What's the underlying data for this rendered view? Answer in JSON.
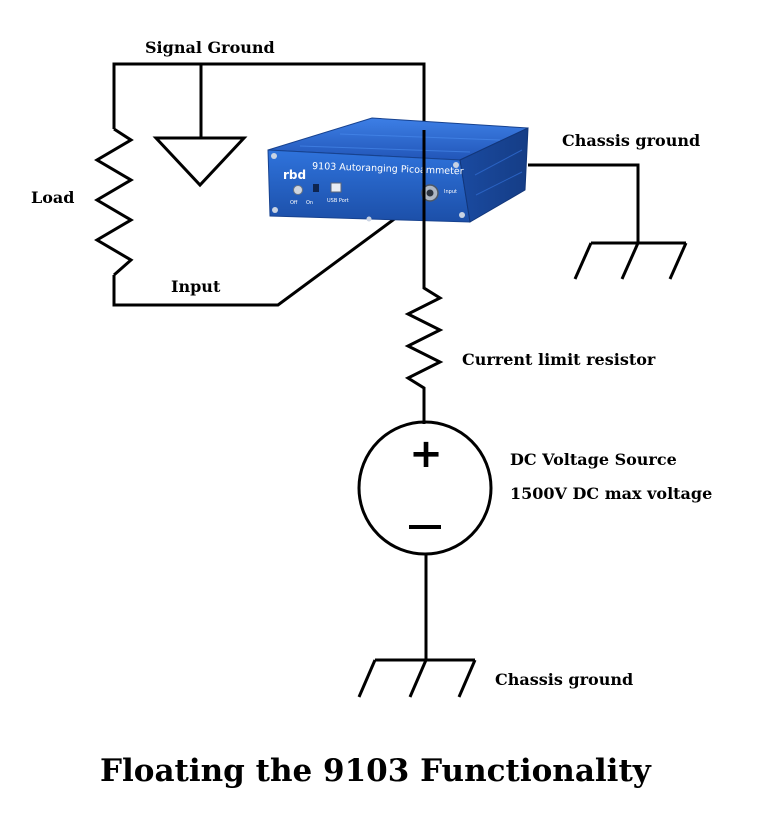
{
  "labels": {
    "signal_ground": "Signal Ground",
    "load": "Load",
    "input": "Input",
    "chassis_ground_top": "Chassis ground",
    "current_limit_resistor": "Current limit resistor",
    "dc_voltage_source": "DC Voltage Source",
    "max_voltage": "1500V DC max voltage",
    "chassis_ground_bottom": "Chassis ground",
    "plus_symbol": "+",
    "minus_symbol": "−"
  },
  "device": {
    "brand": "rbd",
    "model_name": "9103 Autoranging Picoammeter",
    "switch_off": "Off",
    "switch_on": "On",
    "usb_port": "USB Port",
    "input_port": "Input",
    "body_color": "#1f57b5",
    "panel_color": "#2a6ad0",
    "top_color": "#2f6fd6"
  },
  "title": "Floating the 9103 Functionality"
}
